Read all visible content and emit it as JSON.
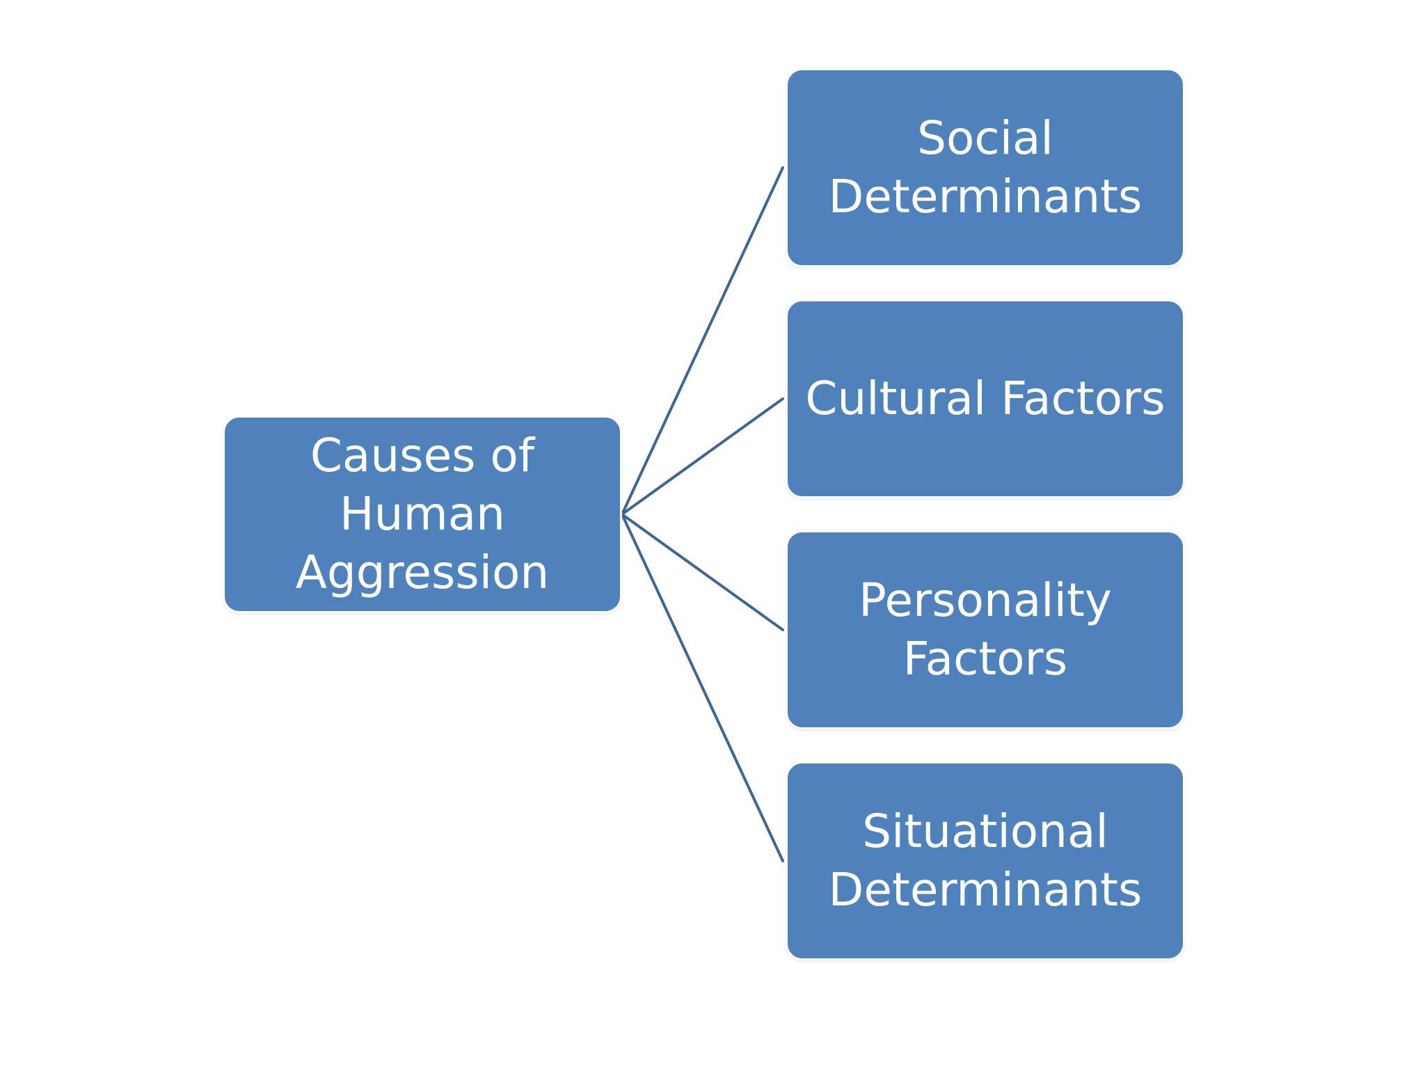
{
  "diagram": {
    "root": {
      "label": "Causes of Human\nAggression"
    },
    "children": [
      {
        "label": "Social\nDeterminants"
      },
      {
        "label": "Cultural Factors"
      },
      {
        "label": "Personality\nFactors"
      },
      {
        "label": "Situational\nDeterminants"
      }
    ]
  },
  "colors": {
    "node_fill": "#4f81bd",
    "connector": "#3f6596",
    "text": "#ffffff"
  }
}
